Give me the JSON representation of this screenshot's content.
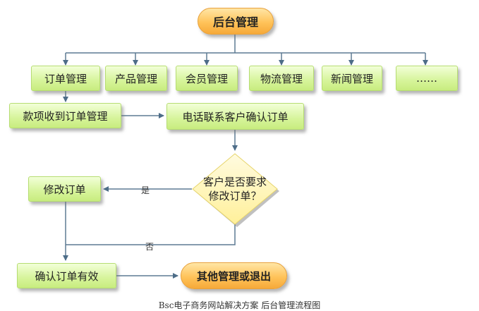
{
  "root": {
    "label": "后台管理"
  },
  "modules": [
    {
      "label": "订单管理"
    },
    {
      "label": "产品管理"
    },
    {
      "label": "会员管理"
    },
    {
      "label": "物流管理"
    },
    {
      "label": "新闻管理"
    },
    {
      "label": "……"
    }
  ],
  "flow": {
    "payment_received": "款项收到订单管理",
    "phone_confirm": "电话联系客户确认订单",
    "decision_line1": "客户是否要求",
    "decision_line2": "修改订单？",
    "modify_order": "修改订单",
    "confirm_valid": "确认订单有效",
    "end": "其他管理或退出",
    "yes_label": "是",
    "no_label": "否"
  },
  "colors": {
    "box_fill": "#d6f49a",
    "pill_fill": "#ffc35a",
    "diamond_fill": "#fff3b0",
    "line": "#5d7a93"
  },
  "caption": "Bsc电子商务网站解决方案 后台管理流程图"
}
